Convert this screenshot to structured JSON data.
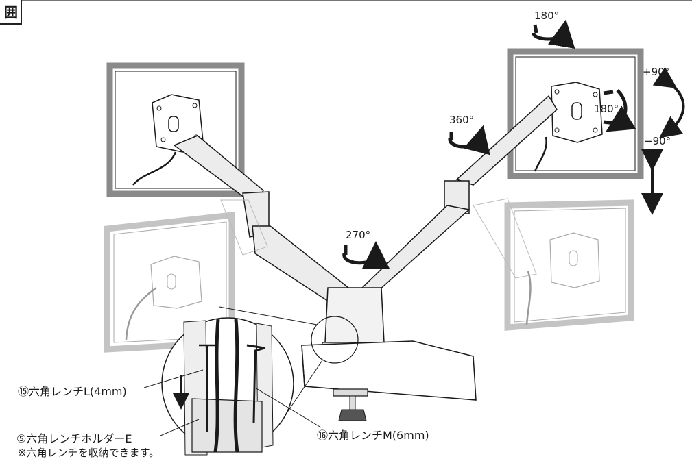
{
  "corner_label": "囲",
  "rotations": {
    "top_right": "180°",
    "right_monitor_tilt": "180°",
    "arm_swivel": "360°",
    "base_swivel": "270°",
    "tilt_up": "+90°",
    "tilt_down": "−90°"
  },
  "callouts": {
    "wrench_l": "⑮六角レンチL(4mm)",
    "holder_e": "⑤六角レンチホルダーE",
    "holder_note": "※六角レンチを収納できます。",
    "wrench_m": "⑯六角レンチM(6mm)"
  },
  "colors": {
    "frame_dark": "#8a8a8a",
    "frame_ghost": "#c4c4c4",
    "line": "#1a1a1a",
    "arm_fill": "#ececec"
  }
}
